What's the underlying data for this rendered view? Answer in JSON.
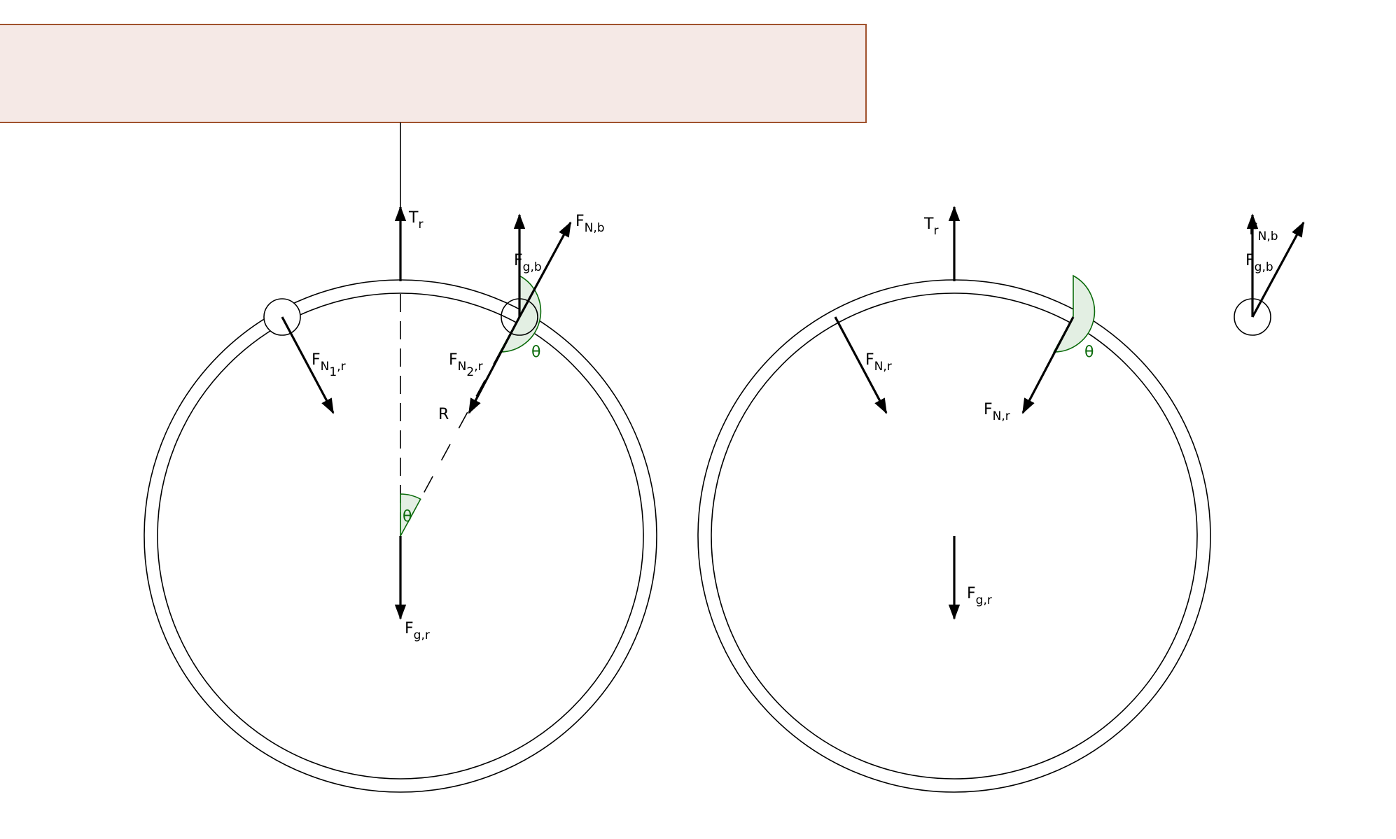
{
  "colors": {
    "ceiling_fill": "#f5e9e6",
    "ceiling_stroke": "#a0522d",
    "angle_fill": "#e3efe3",
    "angle_stroke": "#0b6b0b",
    "ink": "#000000"
  },
  "labels": {
    "theta": "θ",
    "radius": "R",
    "F": "F",
    "T": "T",
    "sub_r": "r",
    "sub_gb": "g,b",
    "sub_gr": "g,r",
    "sub_Nb": "N,b",
    "sub_Nr": "N,r",
    "sub_N": "N",
    "sub_1": "1",
    "sub_2": "2",
    "sub_comma_r": ",r"
  }
}
